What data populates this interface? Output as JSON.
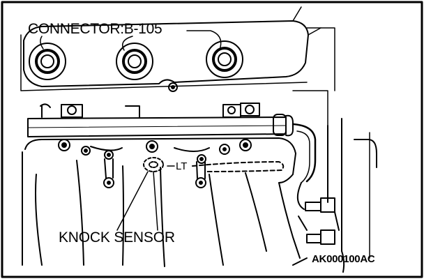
{
  "labels": {
    "connector": "CONNECTOR:B-105",
    "knock_sensor": "KNOCK SENSOR",
    "lt": "LT",
    "figure_code": "AK000100AC"
  },
  "colors": {
    "line": "#000000",
    "background": "#ffffff"
  }
}
